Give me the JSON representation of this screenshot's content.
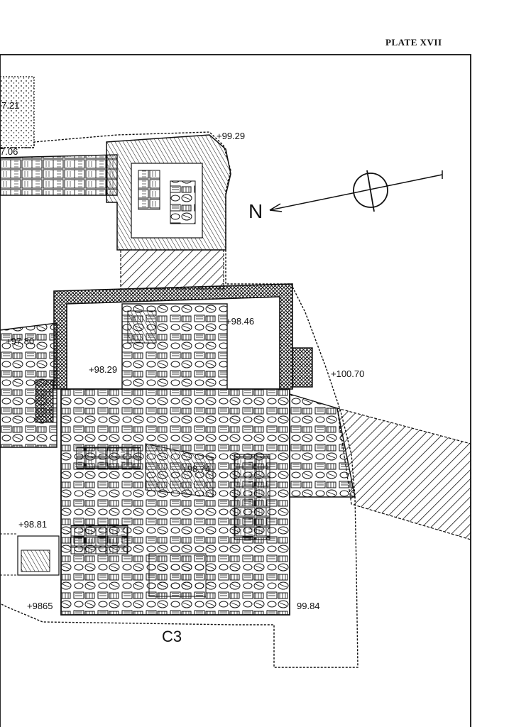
{
  "plate": {
    "title": "PLATE XVII"
  },
  "plan": {
    "grid_label": "C3",
    "north_label": "N",
    "elevations": [
      "7.21",
      "7.06",
      "+99.29",
      "+98.46",
      "+97.80",
      "+98.29",
      "+100.70",
      "+98.74",
      "+98.81",
      "+9865",
      "99.84"
    ]
  }
}
